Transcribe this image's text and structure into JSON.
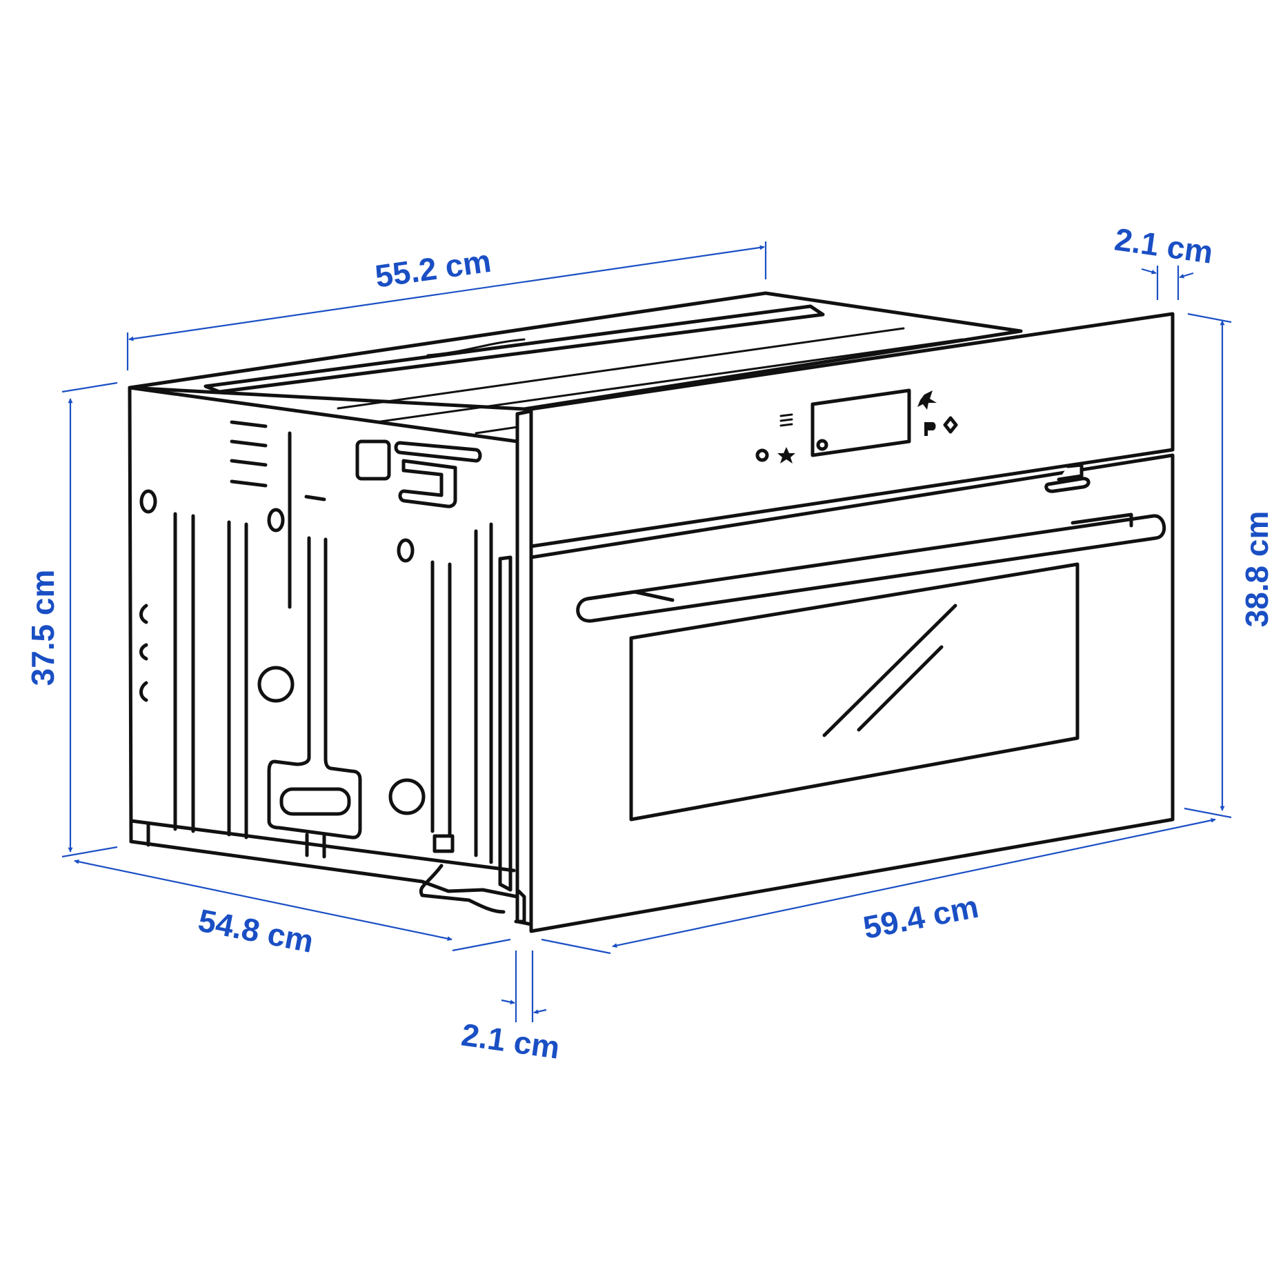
{
  "colors": {
    "dimension": "#1a4fc4",
    "outline": "#111111"
  },
  "dimensions": {
    "top_depth": "55.2 cm",
    "top_front_thickness": "2.1 cm",
    "left_height": "37.5 cm",
    "right_height": "38.8 cm",
    "bottom_depth": "54.8 cm",
    "front_width": "59.4 cm",
    "bottom_front_thickness": "2.1 cm"
  }
}
